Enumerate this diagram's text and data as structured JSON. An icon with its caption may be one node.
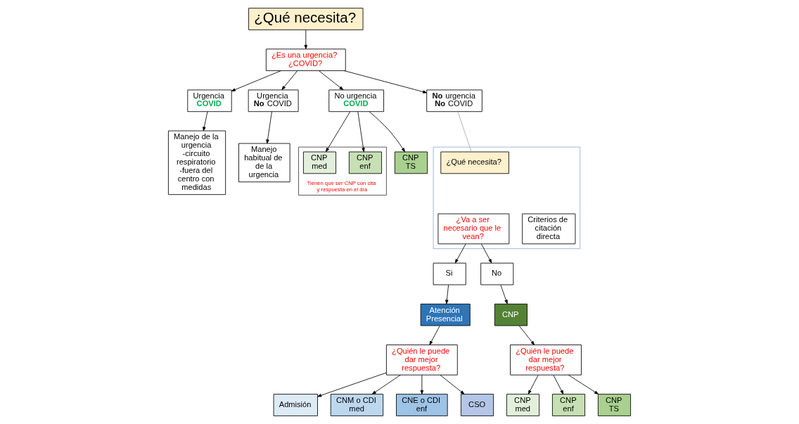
{
  "diagram": {
    "nodes": [
      {
        "text": [
          "¿Qué necesita?"
        ]
      },
      {
        "text": [
          "¿Es una urgencia? ¿COVID?"
        ]
      },
      {
        "text": [
          "Urgencia",
          "COVID"
        ]
      },
      {
        "text": [
          "Urgencia",
          "**No** COVID"
        ]
      },
      {
        "text": [
          "No urgencia",
          "COVID"
        ]
      },
      {
        "text": [
          "**No** urgencia",
          "**No** COVID"
        ]
      },
      {
        "text": [
          "Manejo de la urgencia -circuito respiratorio -fuera del centro con medidas"
        ]
      },
      {
        "text": [
          "Manejo habitual de de la urgencia"
        ]
      },
      {
        "text": [
          "Tienen que ser CNP con cita y respuesta en el día"
        ]
      },
      {
        "text": [
          "CNP med"
        ],
        "in": 8
      },
      {
        "text": [
          "CNP enf"
        ],
        "in": 8
      },
      {
        "text": [
          "CNP TS"
        ]
      },
      {
        "text": [],
        "shape": "box"
      },
      {
        "text": [
          "¿Qué necesita?"
        ],
        "in": 12
      },
      {
        "text": [
          "¿Va a ser necesario que le vean?"
        ],
        "in": 12
      },
      {
        "text": [
          "Criterios de citación directa"
        ],
        "in": 12
      },
      {
        "text": [
          "Si"
        ]
      },
      {
        "text": [
          "No"
        ]
      },
      {
        "text": [
          "Atención Presencial"
        ]
      },
      {
        "text": [
          "¿Quién le puede dar mejor respuesta?"
        ]
      },
      {
        "text": [
          "Admisión"
        ]
      },
      {
        "text": [
          "CNM o CDI med"
        ]
      },
      {
        "text": [
          "CNE o CDI enf"
        ]
      },
      {
        "text": [
          "CSO"
        ]
      },
      {
        "text": [
          "CNP"
        ]
      },
      {
        "text": [
          "¿Quién le puede dar mejor respuesta?"
        ]
      },
      {
        "text": [
          "CNP med"
        ]
      },
      {
        "text": [
          "CNP enf"
        ]
      },
      {
        "text": [
          "CNP TS"
        ]
      }
    ],
    "edges": [
      {
        "from": 0,
        "to": 1,
        "arrow": "to"
      },
      {
        "from": 1,
        "to": 2,
        "arrow": "to"
      },
      {
        "from": 1,
        "to": 3,
        "arrow": "to"
      },
      {
        "from": 1,
        "to": 4,
        "arrow": "to"
      },
      {
        "from": 1,
        "to": 5,
        "arrow": "to"
      },
      {
        "from": 2,
        "to": 6,
        "arrow": "to"
      },
      {
        "from": 3,
        "to": 7,
        "arrow": "to"
      },
      {
        "from": 4,
        "to": 9,
        "arrow": "to"
      },
      {
        "from": 4,
        "to": 10,
        "arrow": "to"
      },
      {
        "from": 4,
        "to": 11,
        "arrow": "to"
      },
      {
        "from": 5,
        "to": 13,
        "arrow": "none",
        "color": "#a6a6a6"
      },
      {
        "from": 14,
        "to": 16,
        "arrow": "to"
      },
      {
        "from": 14,
        "to": 17,
        "arrow": "to"
      },
      {
        "from": 16,
        "to": 18,
        "arrow": "to"
      },
      {
        "from": 18,
        "to": 19,
        "arrow": "to"
      },
      {
        "from": 19,
        "to": 20,
        "arrow": "to"
      },
      {
        "from": 19,
        "to": 21,
        "arrow": "to"
      },
      {
        "from": 19,
        "to": 22,
        "arrow": "to"
      },
      {
        "from": 19,
        "to": 23,
        "arrow": "to"
      },
      {
        "from": 17,
        "to": 24,
        "arrow": "to"
      },
      {
        "from": 24,
        "to": 25,
        "arrow": "to"
      },
      {
        "from": 25,
        "to": 26,
        "arrow": "to"
      },
      {
        "from": 25,
        "to": 27,
        "arrow": "to"
      },
      {
        "from": 25,
        "to": 28,
        "arrow": "to"
      }
    ]
  }
}
